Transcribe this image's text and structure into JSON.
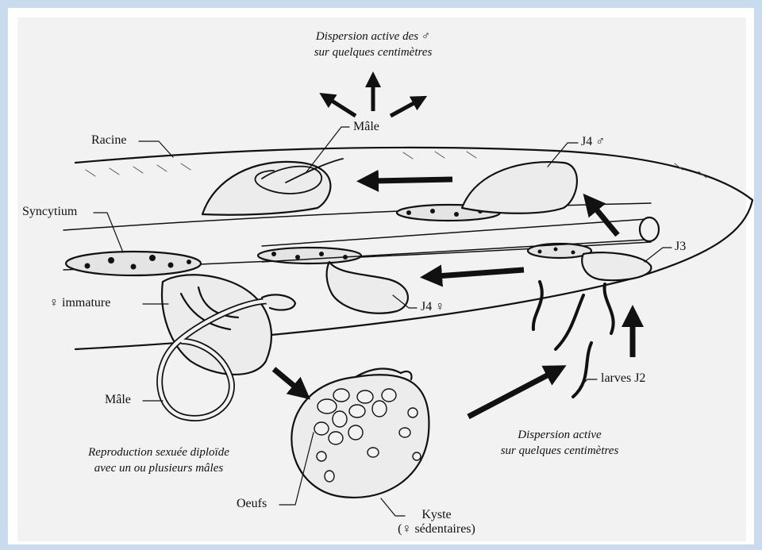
{
  "labels": {
    "dispersion_top_line1": "Dispersion active des ♂",
    "dispersion_top_line2": "sur quelques centimètres",
    "male_top": "Mâle",
    "racine": "Racine",
    "j4_male": "J4 ♂",
    "syncytium": "Syncytium",
    "j3": "J3",
    "female_immature": "♀ immature",
    "j4_female": "J4 ♀",
    "larves_j2": "larves J2",
    "male_bottom": "Mâle",
    "dispersion_bottom_line1": "Dispersion active",
    "dispersion_bottom_line2": "sur quelques centimètres",
    "repro_line1": "Reproduction sexuée diploïde",
    "repro_line2": "avec un ou plusieurs mâles",
    "oeufs": "Oeufs",
    "kyste": "Kyste",
    "kyste_sub": "(♀ sédentaires)"
  },
  "colors": {
    "outer_background": "#c9dcef",
    "panel_background": "#f2f2f2",
    "line": "#111111"
  }
}
